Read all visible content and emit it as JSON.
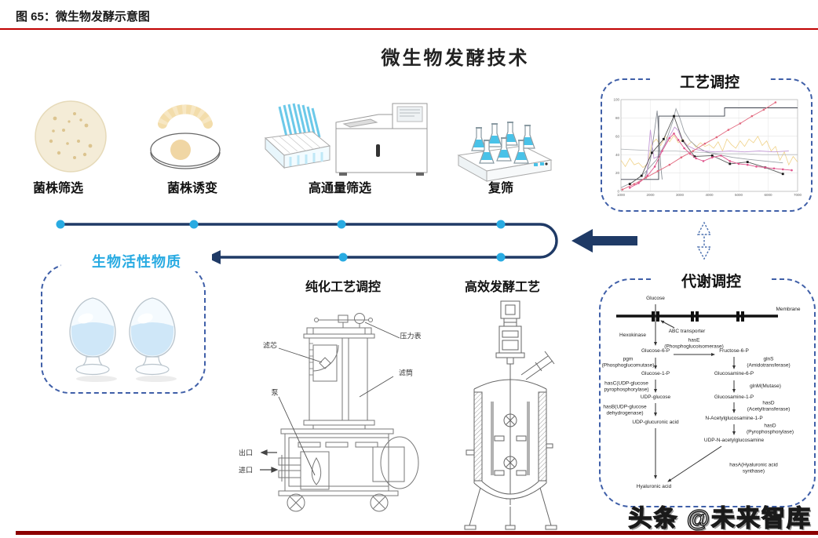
{
  "header": {
    "figure_label": "图 65：微生物发酵示意图"
  },
  "diagram": {
    "title": "微生物发酵技术",
    "steps_top": [
      "菌株筛选",
      "菌株诱变",
      "高通量筛选",
      "复筛"
    ],
    "steps_bottom": [
      "纯化工艺调控",
      "高效发酵工艺"
    ],
    "result_label": "生物活性物质",
    "process_box_title": "工艺调控",
    "metabolic_box_title": "代谢调控"
  },
  "purification": {
    "filter_core": "滤芯",
    "pressure_gauge": "压力表",
    "filter_cylinder": "滤筒",
    "pump": "泵",
    "outlet": "出口",
    "inlet": "进口"
  },
  "metabolic": {
    "membrane": "Membrane",
    "abc_transporter": "ABC transporter",
    "glucose": "Glucose",
    "hexokinase": "Hexokinase",
    "g6p": "Glucose-6-P",
    "hasE": "hasE\n(Phosphoglucoisomerase)",
    "f6p": "Fructose-6-P",
    "pgm": "pgm\n(Phosphoglucomutase)",
    "g1p": "Glucose-1-P",
    "glnS": "glnS\n(Amidotransferase)",
    "glcn6p": "Glucosamine-6-P",
    "hasC": "hasC(UDP-glucose\npyrophosphorylase)",
    "udp_glucose": "UDP-glucose",
    "glnM": "glnM(Mutase)",
    "glcn1p": "Glucosamine-1-P",
    "hasB": "hasB(UDP-glucose\ndehydrogenase)",
    "hasD_acetyl": "hasD\n(Acetyltransferase)",
    "udp_glucuronic": "UDP-glucuronic acid",
    "nag1p": "N-Acetylglucosamine-1-P",
    "hasD_pyro": "hasD\n(Pyrophosphorylase)",
    "udp_nag": "UDP-N-acetylglucosamine",
    "hasA": "hasA(Hyaluronic acid\nsynthase)",
    "hyaluronic": "Hyaluronic acid"
  },
  "watermark": "头条 @未来智库",
  "colors": {
    "accent_cyan": "#29ABE2",
    "navy": "#1F3A66",
    "rule_red": "#C00000",
    "bottom_bar_red": "#8B0000"
  },
  "chart_data": {
    "type": "line",
    "title": "工艺调控",
    "xlabel": "",
    "ylabel": "",
    "xlim": [
      1000,
      7000
    ],
    "ylim": [
      0,
      100
    ],
    "xticks": [
      1000,
      2000,
      3000,
      4000,
      5000,
      6000,
      7000
    ],
    "yticks": [
      0,
      20,
      40,
      60,
      80,
      100
    ],
    "grid": true,
    "legend": "none",
    "series": [
      {
        "name": "yellow-noise",
        "color": "#f0d288",
        "width": 0.8,
        "marker": "none",
        "points": [
          [
            1000,
            34
          ],
          [
            1150,
            27
          ],
          [
            1300,
            36
          ],
          [
            1450,
            29
          ],
          [
            1600,
            31
          ],
          [
            1750,
            26
          ],
          [
            1900,
            30
          ],
          [
            2050,
            52
          ],
          [
            2200,
            57
          ],
          [
            2350,
            50
          ],
          [
            2500,
            60
          ],
          [
            2650,
            54
          ],
          [
            2800,
            61
          ],
          [
            2950,
            53
          ],
          [
            3100,
            57
          ],
          [
            3250,
            50
          ],
          [
            3400,
            54
          ],
          [
            3550,
            48
          ],
          [
            3700,
            53
          ],
          [
            3850,
            49
          ],
          [
            4000,
            51
          ],
          [
            4150,
            47
          ],
          [
            4300,
            54
          ],
          [
            4450,
            44
          ],
          [
            4600,
            57
          ],
          [
            4750,
            51
          ],
          [
            4900,
            47
          ],
          [
            5050,
            55
          ],
          [
            5200,
            49
          ],
          [
            5350,
            57
          ],
          [
            5500,
            53
          ],
          [
            5650,
            60
          ],
          [
            5800,
            50
          ],
          [
            5950,
            55
          ],
          [
            6100,
            44
          ],
          [
            6250,
            49
          ],
          [
            6400,
            34
          ],
          [
            6550,
            43
          ],
          [
            6700,
            29
          ],
          [
            6850,
            38
          ],
          [
            7000,
            32
          ]
        ]
      },
      {
        "name": "gray-flat",
        "color": "#b4b8bc",
        "width": 0.8,
        "marker": "none",
        "points": [
          [
            1000,
            46
          ],
          [
            1600,
            45
          ],
          [
            2200,
            44
          ],
          [
            2800,
            44
          ],
          [
            3400,
            43
          ],
          [
            4000,
            42
          ],
          [
            4600,
            41
          ],
          [
            5200,
            41
          ],
          [
            5800,
            40
          ],
          [
            6400,
            40
          ],
          [
            7000,
            40
          ]
        ]
      },
      {
        "name": "gray-peak",
        "color": "#9aa0a6",
        "width": 0.9,
        "marker": "none",
        "points": [
          [
            1000,
            4
          ],
          [
            1400,
            10
          ],
          [
            1800,
            20
          ],
          [
            2200,
            34
          ],
          [
            2500,
            52
          ],
          [
            2750,
            75
          ],
          [
            2870,
            90
          ],
          [
            3000,
            80
          ],
          [
            3150,
            65
          ],
          [
            3350,
            55
          ],
          [
            3600,
            48
          ],
          [
            3900,
            43
          ],
          [
            4300,
            40
          ],
          [
            4800,
            37
          ],
          [
            5300,
            35
          ],
          [
            5900,
            33
          ],
          [
            6500,
            31
          ]
        ]
      },
      {
        "name": "gray-spike",
        "color": "#8a8f96",
        "width": 0.9,
        "marker": "none",
        "points": [
          [
            1500,
            7
          ],
          [
            1800,
            14
          ],
          [
            2000,
            34
          ],
          [
            2150,
            68
          ],
          [
            2230,
            88
          ],
          [
            2300,
            55
          ],
          [
            2350,
            28
          ],
          [
            2400,
            13
          ]
        ]
      },
      {
        "name": "purple",
        "color": "#c49bd6",
        "width": 0.9,
        "marker": "none",
        "points": [
          [
            1880,
            16
          ],
          [
            1950,
            48
          ],
          [
            2000,
            67
          ],
          [
            2060,
            50
          ],
          [
            2120,
            36
          ],
          [
            2250,
            38
          ],
          [
            2450,
            47
          ],
          [
            2650,
            60
          ],
          [
            2820,
            70
          ],
          [
            2930,
            67
          ],
          [
            3050,
            58
          ],
          [
            3250,
            50
          ],
          [
            3500,
            46
          ],
          [
            3800,
            44
          ],
          [
            4200,
            43
          ],
          [
            4700,
            44
          ],
          [
            5200,
            43
          ],
          [
            5700,
            44
          ],
          [
            6200,
            43
          ],
          [
            6700,
            44
          ]
        ]
      },
      {
        "name": "step-line",
        "color": "#3a3f4a",
        "width": 0.9,
        "marker": "none",
        "points": [
          [
            1000,
            13
          ],
          [
            2280,
            13
          ],
          [
            2280,
            82
          ],
          [
            4520,
            82
          ],
          [
            4520,
            91
          ],
          [
            7000,
            91
          ]
        ]
      },
      {
        "name": "dark-squares",
        "color": "#5a5a5a",
        "width": 0.9,
        "marker": "square",
        "marker_color": "#1a1a1a",
        "points": [
          [
            1300,
            8
          ],
          [
            1700,
            17
          ],
          [
            2050,
            42
          ],
          [
            2450,
            57
          ],
          [
            2800,
            82
          ],
          [
            3100,
            55
          ],
          [
            3500,
            38
          ],
          [
            4100,
            39
          ],
          [
            4700,
            30
          ],
          [
            5300,
            32
          ],
          [
            5900,
            26
          ],
          [
            6500,
            19
          ]
        ]
      },
      {
        "name": "magenta",
        "color": "#e0558c",
        "width": 0.9,
        "marker": "dot",
        "points": [
          [
            1300,
            4
          ],
          [
            1600,
            9
          ],
          [
            1900,
            17
          ],
          [
            2150,
            27
          ],
          [
            2400,
            44
          ],
          [
            2650,
            58
          ],
          [
            2800,
            63
          ],
          [
            2950,
            56
          ],
          [
            3150,
            47
          ],
          [
            3350,
            41
          ],
          [
            3550,
            36
          ],
          [
            3800,
            33
          ],
          [
            4100,
            37
          ],
          [
            4400,
            39
          ],
          [
            4700,
            33
          ],
          [
            5000,
            30
          ],
          [
            5300,
            29
          ],
          [
            5600,
            27
          ],
          [
            5900,
            26
          ],
          [
            6200,
            25
          ],
          [
            6500,
            24
          ],
          [
            6800,
            23
          ]
        ]
      },
      {
        "name": "rose-diagonal",
        "color": "#e2697f",
        "width": 0.9,
        "marker": "dot",
        "points": [
          [
            1050,
            2
          ],
          [
            1450,
            8
          ],
          [
            1850,
            15
          ],
          [
            2250,
            22
          ],
          [
            2650,
            29
          ],
          [
            3050,
            37
          ],
          [
            3450,
            44
          ],
          [
            3850,
            52
          ],
          [
            4250,
            59
          ],
          [
            4650,
            67
          ],
          [
            5050,
            74
          ],
          [
            5450,
            82
          ],
          [
            5850,
            89
          ],
          [
            6250,
            97
          ]
        ]
      }
    ]
  }
}
